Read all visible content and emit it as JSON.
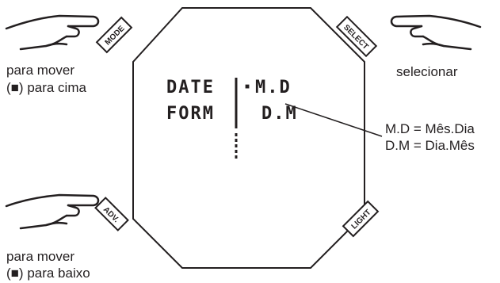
{
  "buttons": {
    "mode": "MODE",
    "select": "SELECT",
    "adv": "ADV.",
    "light": "LIGHT"
  },
  "captions": {
    "mode_line1": "para mover",
    "mode_line2": "(■) para cima",
    "select": "selecionar",
    "adv_line1": "para mover",
    "adv_line2": "(■) para baixo"
  },
  "display": {
    "left_line1": "DATE",
    "left_line2": "FORM",
    "indicator": "■",
    "right_line1": "M.D",
    "right_line2": "D.M"
  },
  "legend": {
    "line1": "M.D = Mês.Dia",
    "line2": "D.M = Dia.Mês"
  },
  "icons": {
    "pointing-hand": "hand-pointing-right",
    "pointing-hand-left": "hand-pointing-left"
  },
  "colors": {
    "ink": "#231f20",
    "background": "#ffffff"
  }
}
